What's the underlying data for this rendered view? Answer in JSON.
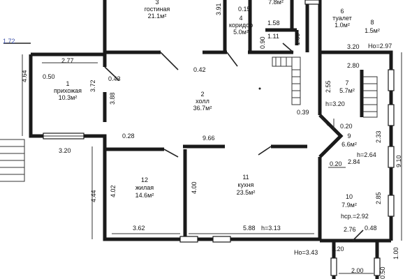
{
  "rooms": [
    {
      "id": "3",
      "name": "гостиная",
      "area": "21.1м²"
    },
    {
      "id": "4",
      "name": "коридор",
      "area": "5.0м²"
    },
    {
      "id": "6",
      "name": "туалет",
      "area": "1.0м²"
    },
    {
      "id": "8",
      "name": "",
      "area": "1.5м²"
    },
    {
      "id": "1",
      "name": "прихожая",
      "area": "10.3м²"
    },
    {
      "id": "2",
      "name": "холл",
      "area": "36.7м²"
    },
    {
      "id": "7",
      "name": "",
      "area": "5.7м²"
    },
    {
      "id": "9",
      "name": "",
      "area": "6.6м²"
    },
    {
      "id": "12",
      "name": "жилая",
      "area": "14.6м²"
    },
    {
      "id": "11",
      "name": "кухня",
      "area": "23.5м²"
    },
    {
      "id": "10",
      "name": "",
      "area": "7.9м²"
    }
  ],
  "partial_labels": {
    "top_room_area": "7.8м²"
  },
  "dimensions": {
    "d_1_72": "1.72",
    "d_3_91": "3.91",
    "d_0_15": "0.15",
    "d_1_58": "1.58",
    "d_1_11": "1.11",
    "d_0_90": "0.90",
    "d_1_09": "1.09",
    "d_2_77": "2.77",
    "d_4_64": "4.64",
    "d_0_50": "0.50",
    "d_3_72": "3.72",
    "d_0_43": "0.43",
    "d_3_88": "3.88",
    "d_0_42": "0.42",
    "d_3_20_top": "3.20",
    "d_2_80": "2.80",
    "d_2_55": "2.55",
    "d_0_39": "0.39",
    "d_0_20": "0.20",
    "d_2_33": "2.33",
    "d_9_10": "9.10",
    "d_0_28": "0.28",
    "d_9_66": "9.66",
    "d_3_20_left": "3.20",
    "d_4_44": "4.44",
    "d_4_02": "4.02",
    "d_4_00": "4.00",
    "d_2_84": "2.84",
    "d_0_20b": "0.20",
    "d_2_85": "2.85",
    "d_3_62": "3.62",
    "d_5_88": "5.88",
    "d_2_76": "2.76",
    "d_0_48": "0.48",
    "d_3_20_bottom": "3.20",
    "d_1_00": "1.00",
    "d_2_00": "2.00",
    "d_0_50b": "0.50"
  },
  "heights": {
    "h_top": "Но=2.97",
    "h_9": "h=3.20",
    "h_9b": "h=2.64",
    "h_kitchen": "h=3.13",
    "h_10": "hср.=2.92",
    "h_bottom": "Но=3.43"
  }
}
